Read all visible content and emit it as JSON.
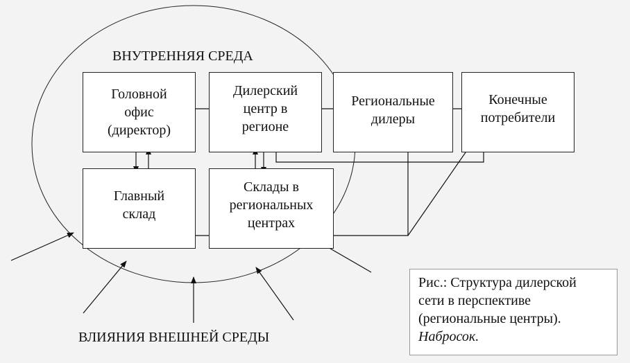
{
  "labels": {
    "internal_env": "ВНУТРЕННЯЯ СРЕДА",
    "external_env": "ВЛИЯНИЯ ВНЕШНЕЙ СРЕДЫ"
  },
  "boxes": {
    "head_office": "Головной\nофис\n(директор)",
    "dealer_center": "Дилерский\nцентр в\nрегионе",
    "regional_dealers": "Региональные\nдилеры",
    "end_consumers": "Конечные\nпотребители",
    "main_warehouse": "Главный\nсклад",
    "regional_warehouses": "Склады в\nрегиональных\nцентрах"
  },
  "caption": {
    "line1": "Рис.: Структура дилерской",
    "line2": "сети в перспективе",
    "line3": "(региональные центры).",
    "note": "Набросок."
  }
}
